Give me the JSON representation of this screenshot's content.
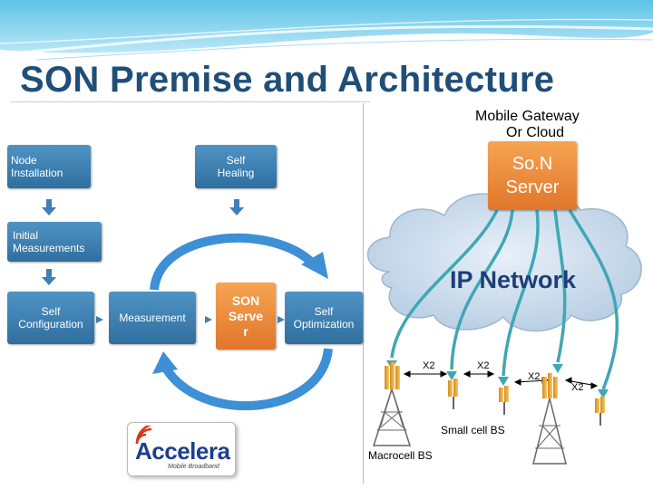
{
  "title": "SON Premise and Architecture",
  "left_diagram": {
    "node_installation": "Node Installation",
    "self_healing": "Self Healing",
    "initial_measurements": "Initial Measurements",
    "self_configuration": "Self Configuration",
    "measurement": "Measurement",
    "son_server": "SON Serve r",
    "self_optimization": "Self Optimization"
  },
  "right_diagram": {
    "gateway_line1": "Mobile Gateway",
    "gateway_line2": "Or Cloud",
    "son_server_line1": "So.N",
    "son_server_line2": "Server",
    "ip_network": "IP Network",
    "x2_labels": [
      "X2",
      "X2",
      "X2",
      "X2"
    ],
    "small_cell": "Small cell BS",
    "macrocell": "Macrocell BS"
  },
  "logo": {
    "name": "Accelera",
    "tagline": "Mobile Broadband"
  }
}
